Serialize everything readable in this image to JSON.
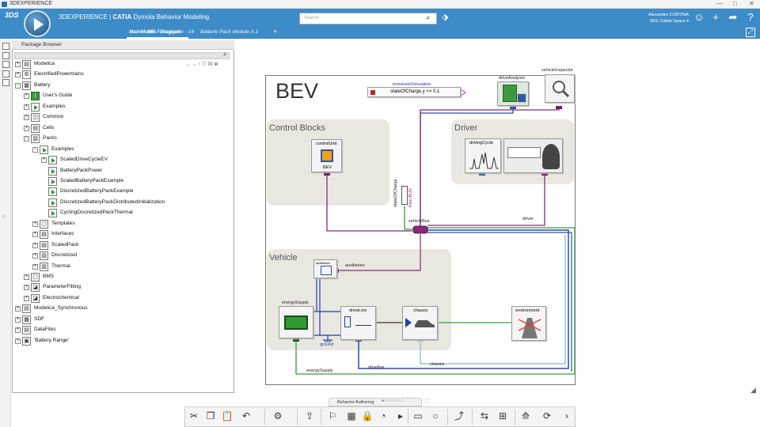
{
  "window": {
    "title": "3DEXPERIENCE"
  },
  "header": {
    "logo": "3DS",
    "brand_prefix": "3DEXPERIENCE | ",
    "brand_app": "CATIA",
    "brand_suffix": " Dymola Behavior Modeling",
    "search_placeholder": "Search",
    "user_name": "Alexandre CORTINA",
    "collab_space": "3DS Collab Space",
    "collab_chevron": "▾"
  },
  "tabs": [
    {
      "label": "RFLP Navigator - 14"
    },
    {
      "label": "MainModel - Diagram"
    },
    {
      "label": "Batterie Pack Module A.1"
    },
    {
      "label": "+"
    }
  ],
  "package_browser": {
    "title": "Package Browser",
    "items": [
      {
        "label": "Modelica",
        "level": 0,
        "expander": "+"
      },
      {
        "label": "ElectrifiedPowertrains",
        "level": 0,
        "expander": "+"
      },
      {
        "label": "Battery",
        "level": 0,
        "expander": "−"
      },
      {
        "label": "User's Guide",
        "level": 1,
        "expander": "+"
      },
      {
        "label": "Examples",
        "level": 1,
        "expander": "+"
      },
      {
        "label": "Common",
        "level": 1,
        "expander": "+"
      },
      {
        "label": "Cells",
        "level": 1,
        "expander": "+"
      },
      {
        "label": "Packs",
        "level": 1,
        "expander": "−"
      },
      {
        "label": "Examples",
        "level": 2,
        "expander": "−"
      },
      {
        "label": "ScaledDriveCycleEV",
        "level": 3,
        "expander": "+"
      },
      {
        "label": "BatteryPackPower",
        "level": 3,
        "expander": ""
      },
      {
        "label": "ScaledBatteryPackExample",
        "level": 3,
        "expander": ""
      },
      {
        "label": "DiscretizedBatteryPackExample",
        "level": 3,
        "expander": ""
      },
      {
        "label": "DiscretizedBatteryPackDistributedInitialization",
        "level": 3,
        "expander": ""
      },
      {
        "label": "CyclingDiscretizedPackThermal",
        "level": 3,
        "expander": ""
      },
      {
        "label": "Templates",
        "level": 2,
        "expander": "+"
      },
      {
        "label": "Interfaces",
        "level": 2,
        "expander": "+"
      },
      {
        "label": "ScaledPack",
        "level": 2,
        "expander": "+"
      },
      {
        "label": "Discretized",
        "level": 2,
        "expander": "+"
      },
      {
        "label": "Thermal",
        "level": 2,
        "expander": "+"
      },
      {
        "label": "BMS",
        "level": 1,
        "expander": "+"
      },
      {
        "label": "ParameterFitting",
        "level": 1,
        "expander": "+"
      },
      {
        "label": "Electrochemical",
        "level": 1,
        "expander": "+"
      },
      {
        "label": "Modelica_Synchronous",
        "level": 0,
        "expander": "+"
      },
      {
        "label": "SDF",
        "level": 0,
        "expander": "+"
      },
      {
        "label": "DataFiles",
        "level": 0,
        "expander": "+"
      },
      {
        "label": "'Battery Range'",
        "level": 0,
        "expander": "+"
      }
    ]
  },
  "diagram": {
    "title": "BEV",
    "groups": {
      "control": "Control Blocks",
      "driver": "Driver",
      "vehicle": "Vehicle"
    },
    "components": {
      "terminate_label": "terminateSimulation",
      "terminate_condition": "stateOfCharge.y <= 0.1",
      "drive_analyser": "driveAnalyser",
      "vehicle_inspector": "vehicleInspector",
      "control_unit": "controlUnit",
      "control_unit_sub": "BEV",
      "driving_cycle": "drivingCycle",
      "energy_supply": "energySupply",
      "drive_line": "driveLine",
      "chassis": "chassis",
      "environment": "environment",
      "auxiliaries_block": "auxiliaries",
      "soc_label": "stateOfCharge",
      "from_bus": "from BUS"
    },
    "wire_labels": {
      "vehicle_bus": "vehicleBus",
      "driver": "driver",
      "auxiliaries": "auxiliaries",
      "ground": "ground",
      "energy_supply": "energySupply",
      "driveline": "driveline",
      "chassis": "chassis"
    }
  },
  "bottom": {
    "tab_label": "Behavior Authoring"
  }
}
